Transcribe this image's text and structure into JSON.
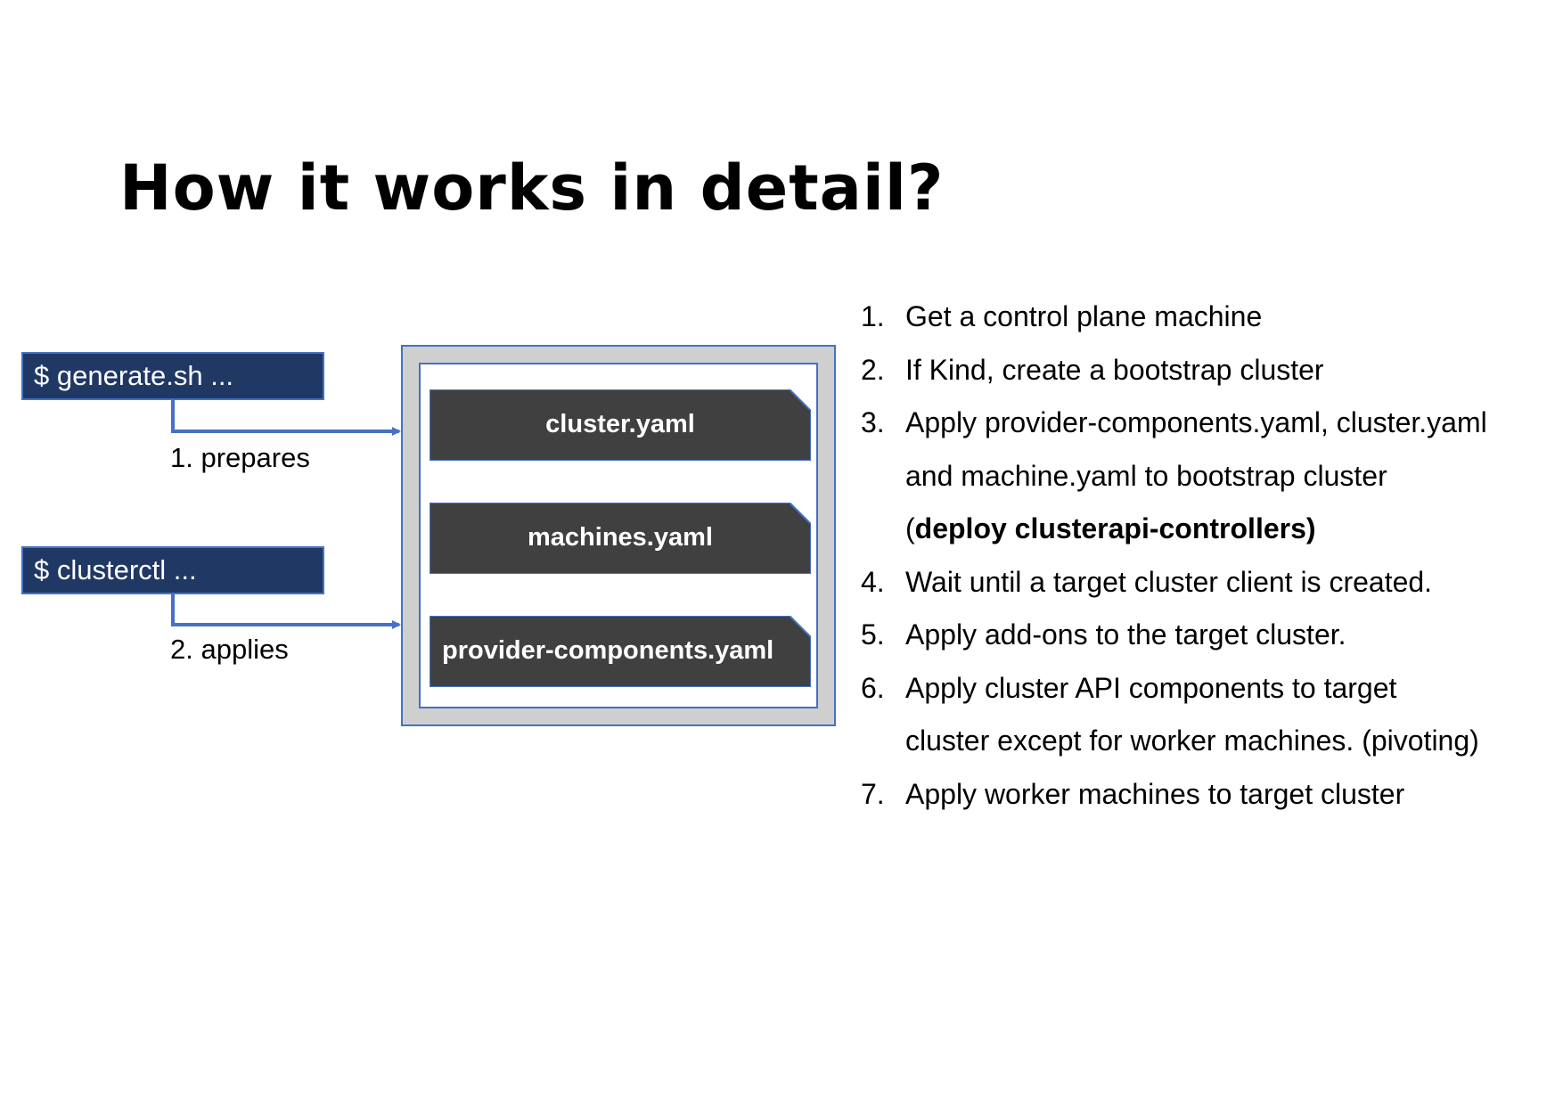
{
  "title": "How it works in detail?",
  "colors": {
    "command_box_fill": "#203864",
    "arrow": "#4472c4",
    "file_card_fill": "#404040",
    "frame_fill": "#cfcfcf"
  },
  "commands": [
    {
      "text": "$ generate.sh ...",
      "arrow_label": "1. prepares"
    },
    {
      "text": "$ clusterctl ...",
      "arrow_label": "2. applies"
    }
  ],
  "files": [
    "cluster.yaml",
    "machines.yaml",
    "provider-components.yaml"
  ],
  "steps": [
    {
      "number": "1.",
      "lines": [
        "Get a control plane machine"
      ]
    },
    {
      "number": "2.",
      "lines": [
        "If Kind, create a bootstrap cluster"
      ]
    },
    {
      "number": "3.",
      "lines": [
        "Apply provider-components.yaml, cluster.yaml",
        "and machine.yaml to bootstrap cluster",
        "("
      ],
      "bold": "deploy clusterapi-controllers)"
    },
    {
      "number": "4.",
      "lines": [
        "Wait until a target cluster client is created."
      ]
    },
    {
      "number": "5.",
      "lines": [
        "Apply add-ons to the target cluster."
      ]
    },
    {
      "number": "6.",
      "lines": [
        "Apply cluster API components to target",
        "cluster except for worker machines. (pivoting)"
      ]
    },
    {
      "number": "7.",
      "lines": [
        "Apply worker machines to target cluster"
      ]
    }
  ]
}
